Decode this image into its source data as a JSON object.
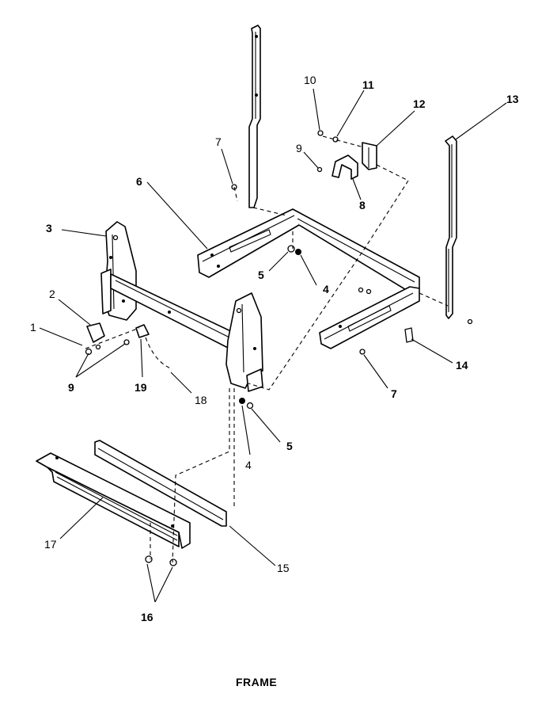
{
  "diagram": {
    "caption": "FRAME",
    "callouts": [
      {
        "id": "c1",
        "text": "1"
      },
      {
        "id": "c2",
        "text": "2"
      },
      {
        "id": "c3",
        "text": "3"
      },
      {
        "id": "c4a",
        "text": "4"
      },
      {
        "id": "c4b",
        "text": "4"
      },
      {
        "id": "c5a",
        "text": "5"
      },
      {
        "id": "c5b",
        "text": "5"
      },
      {
        "id": "c6",
        "text": "6"
      },
      {
        "id": "c7a",
        "text": "7"
      },
      {
        "id": "c7b",
        "text": "7"
      },
      {
        "id": "c8",
        "text": "8"
      },
      {
        "id": "c9a",
        "text": "9"
      },
      {
        "id": "c9b",
        "text": "9"
      },
      {
        "id": "c10",
        "text": "10"
      },
      {
        "id": "c11",
        "text": "11"
      },
      {
        "id": "c12",
        "text": "12"
      },
      {
        "id": "c13",
        "text": "13"
      },
      {
        "id": "c14",
        "text": "14"
      },
      {
        "id": "c15",
        "text": "15"
      },
      {
        "id": "c16",
        "text": "16"
      },
      {
        "id": "c17",
        "text": "17"
      },
      {
        "id": "c18",
        "text": "18"
      },
      {
        "id": "c19",
        "text": "19"
      }
    ]
  }
}
